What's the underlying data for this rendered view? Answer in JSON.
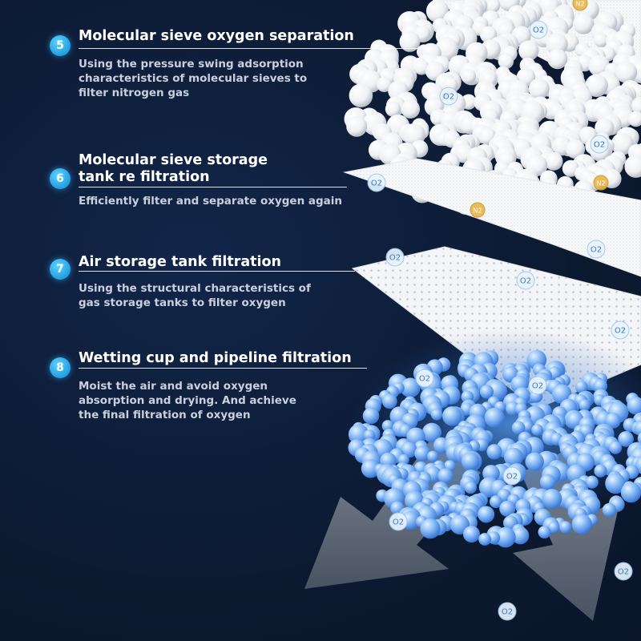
{
  "steps": [
    {
      "number": "5",
      "title": "Molecular sieve oxygen separation",
      "description": [
        "Using the pressure swing adsorption",
        "characteristics of molecular sieves to",
        "filter nitrogen gas"
      ]
    },
    {
      "number": "6",
      "title": [
        "Molecular sieve storage",
        "tank re filtration"
      ],
      "description": [
        "Efficiently filter and separate oxygen again"
      ]
    },
    {
      "number": "7",
      "title": "Air storage tank filtration",
      "description": [
        "Using the structural characteristics of",
        "gas storage tanks to filter oxygen"
      ]
    },
    {
      "number": "8",
      "title": "Wetting cup and pipeline filtration",
      "description": [
        "Moist the air and avoid oxygen",
        "absorption and drying. And achieve",
        "the final filtration of oxygen"
      ]
    }
  ],
  "molecule_labels": {
    "oxygen": "O2",
    "nitrogen": "N2"
  },
  "colors": {
    "background": "#0e1d36",
    "badge": "#2aa6e6",
    "title_text": "#ffffff",
    "description_text": "#c9d0dc",
    "sieve_balls": "#ffffff",
    "water_balls": "#5a9cf0",
    "filter_sheet": "#f3f4f6",
    "arrow": "#6b7584",
    "nitrogen_badge": "#e8b84a"
  }
}
